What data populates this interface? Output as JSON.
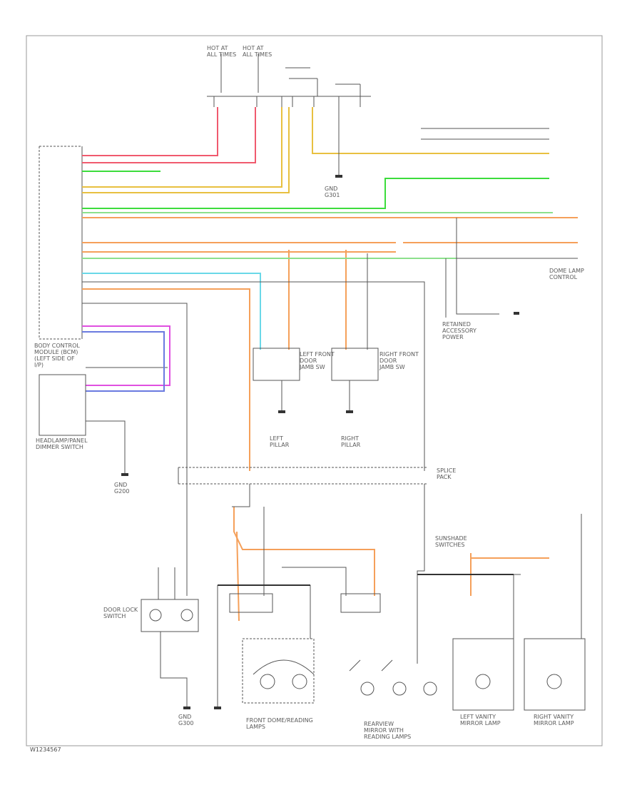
{
  "colors": {
    "red": "#f05a6e",
    "pink": "#f08a9a",
    "orange": "#f5a05a",
    "yellow": "#e8c040",
    "green": "#3cdc3c",
    "light_green": "#8ce08c",
    "cyan": "#6ad8e8",
    "magenta": "#e050e0",
    "blue": "#6a7ae0",
    "wire_gray": "#555555",
    "border": "#999999"
  },
  "labels": {
    "bcm": "BODY CONTROL\nMODULE (BCM)\n(LEFT SIDE OF\nI/P)",
    "headlamp_switch": "HEADLAMP/PANEL\nDIMMER SWITCH",
    "left_front_door": "LEFT FRONT\nDOOR\nJAMB SW",
    "right_front_door": "RIGHT FRONT\nDOOR\nJAMB SW",
    "front_dome": "FRONT DOME/READING\nLAMPS",
    "rearview_mirror": "REARVIEW\nMIRROR WITH\nREADING LAMPS",
    "left_vanity": "LEFT VANITY\nMIRROR LAMP",
    "right_vanity": "RIGHT VANITY\nMIRROR LAMP",
    "door_lock_sw": "DOOR LOCK\nSWITCH",
    "retained_power": "RETAINED\nACCESSORY\nPOWER",
    "dome_control": "DOME LAMP\nCONTROL",
    "left_pillar": "LEFT\nPILLAR",
    "right_pillar": "RIGHT\nPILLAR",
    "ground_g1": "GND\nG200",
    "ground_g2": "GND\nG300",
    "ground_g3": "GND\nG301",
    "hot_at_all_times_1": "HOT AT\nALL TIMES",
    "hot_at_all_times_2": "HOT AT\nALL TIMES",
    "splice": "SPLICE\nPACK",
    "sunshade": "SUNSHADE\nSWITCHES",
    "corner_code": "W1234567"
  }
}
